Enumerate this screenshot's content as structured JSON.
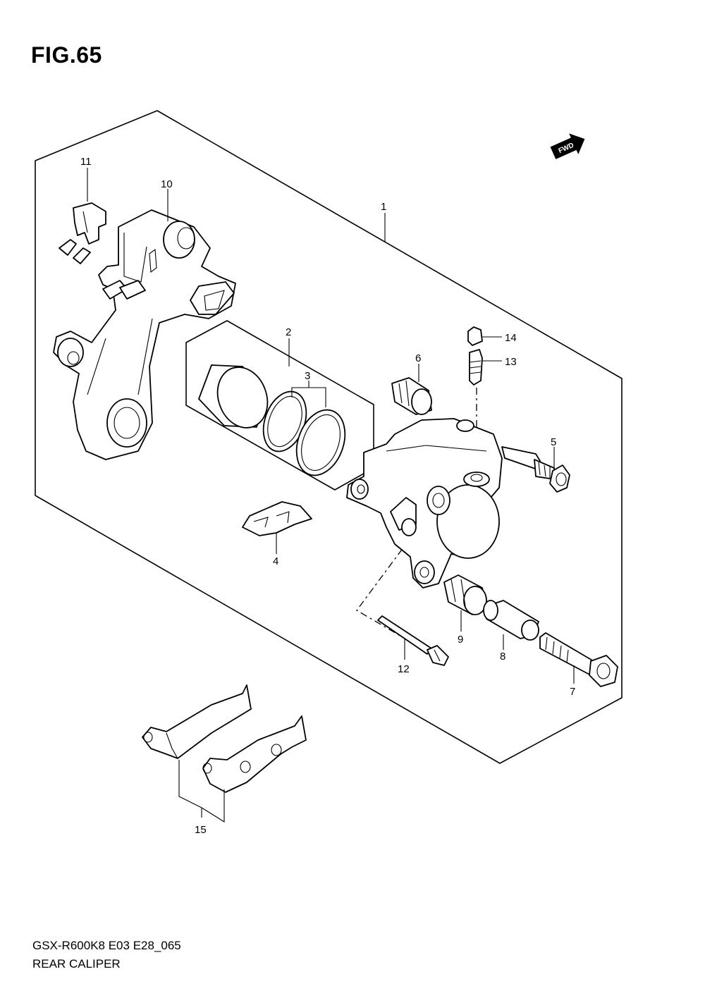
{
  "figure": {
    "title": "FIG.65"
  },
  "footer": {
    "code": "GSX-R600K8 E03 E28_065",
    "name": "REAR CALIPER"
  },
  "fwd_badge": "FWD",
  "callouts": [
    {
      "id": "c1",
      "label": "1"
    },
    {
      "id": "c2",
      "label": "2"
    },
    {
      "id": "c3",
      "label": "3"
    },
    {
      "id": "c4",
      "label": "4"
    },
    {
      "id": "c5",
      "label": "5"
    },
    {
      "id": "c6",
      "label": "6"
    },
    {
      "id": "c7",
      "label": "7"
    },
    {
      "id": "c8",
      "label": "8"
    },
    {
      "id": "c9",
      "label": "9"
    },
    {
      "id": "c10",
      "label": "10"
    },
    {
      "id": "c11",
      "label": "11"
    },
    {
      "id": "c12",
      "label": "12"
    },
    {
      "id": "c13",
      "label": "13"
    },
    {
      "id": "c14",
      "label": "14"
    },
    {
      "id": "c15",
      "label": "15"
    }
  ]
}
